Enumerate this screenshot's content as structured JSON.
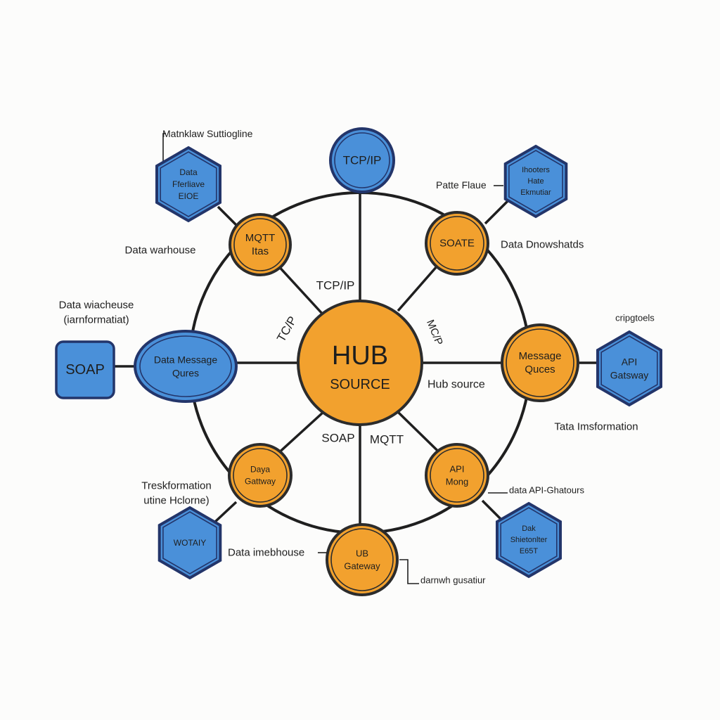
{
  "colors": {
    "blue_fill": "#4a90d9",
    "blue_stroke": "#23356a",
    "orange_fill": "#f2a12e",
    "orange_stroke": "#2c2c2c",
    "line": "#1f1f1f",
    "text": "#1e1e1e",
    "background": "#fcfcfb"
  },
  "hub": {
    "title": "HUB",
    "subtitle": "SOURCE"
  },
  "nodes": [
    {
      "id": "tcp-top",
      "shape": "circle",
      "color": "blue",
      "lines": [
        "TCP/IP"
      ]
    },
    {
      "id": "mqtt",
      "shape": "circle",
      "color": "orange",
      "lines": [
        "MQTT",
        "Itas"
      ]
    },
    {
      "id": "soate",
      "shape": "circle",
      "color": "orange",
      "lines": [
        "SOATE"
      ]
    },
    {
      "id": "data-message",
      "shape": "ellipse",
      "color": "blue",
      "lines": [
        "Data Message",
        "Qures"
      ]
    },
    {
      "id": "message-queues",
      "shape": "circle",
      "color": "orange",
      "lines": [
        "Message",
        "Quces"
      ]
    },
    {
      "id": "data-gateway",
      "shape": "circle",
      "color": "orange",
      "lines": [
        "Daya",
        "Gattway"
      ]
    },
    {
      "id": "api-mong",
      "shape": "circle",
      "color": "orange",
      "lines": [
        "API",
        "Mong"
      ]
    },
    {
      "id": "ub-gateway",
      "shape": "circle",
      "color": "orange",
      "lines": [
        "UB",
        "Gateway"
      ]
    },
    {
      "id": "soap-box",
      "shape": "square",
      "color": "blue",
      "lines": [
        "SOAP"
      ]
    },
    {
      "id": "hex-data-ffieliave",
      "shape": "hexagon",
      "color": "blue",
      "lines": [
        "Data",
        "Fferliave",
        "EIOE"
      ]
    },
    {
      "id": "hex-ihooters",
      "shape": "hexagon",
      "color": "blue",
      "lines": [
        "Ihooters",
        "Hate",
        "Ekmutiar"
      ]
    },
    {
      "id": "hex-api-gateway",
      "shape": "hexagon",
      "color": "blue",
      "lines": [
        "API",
        "Gatsway"
      ]
    },
    {
      "id": "hex-wotaiy",
      "shape": "hexagon",
      "color": "blue",
      "lines": [
        "WOTAIY"
      ]
    },
    {
      "id": "hex-dak",
      "shape": "hexagon",
      "color": "blue",
      "lines": [
        "Dak",
        "Shietonlter",
        "E65T"
      ]
    }
  ],
  "edge_labels": [
    "TCP/IP",
    "TC/P",
    "MC/P",
    "SOAP",
    "MQTT",
    "Hub source"
  ],
  "annotations": [
    {
      "id": "ann-matnklaw",
      "lines": [
        "Matnklaw Suttiogline"
      ]
    },
    {
      "id": "ann-data-warhouse",
      "lines": [
        "Data warhouse"
      ]
    },
    {
      "id": "ann-data-wiacheuse",
      "lines": [
        "Data wiacheuse",
        "(iarnformatiat)"
      ]
    },
    {
      "id": "ann-patte-flaue",
      "lines": [
        "Patte Flaue"
      ]
    },
    {
      "id": "ann-data-dnowshatds",
      "lines": [
        "Data Dnowshatds"
      ]
    },
    {
      "id": "ann-cripgtoels",
      "lines": [
        "cripgtoels"
      ]
    },
    {
      "id": "ann-tata-imsformation",
      "lines": [
        "Tata Imsformation"
      ]
    },
    {
      "id": "ann-treskformation",
      "lines": [
        "Treskformation",
        "utine Hclorne)"
      ]
    },
    {
      "id": "ann-data-api-ghatours",
      "lines": [
        "data API-Ghatours"
      ]
    },
    {
      "id": "ann-data-imebhouse",
      "lines": [
        "Data imebhouse"
      ]
    },
    {
      "id": "ann-darnwh-gusatiur",
      "lines": [
        "darnwh gusatiur"
      ]
    }
  ]
}
